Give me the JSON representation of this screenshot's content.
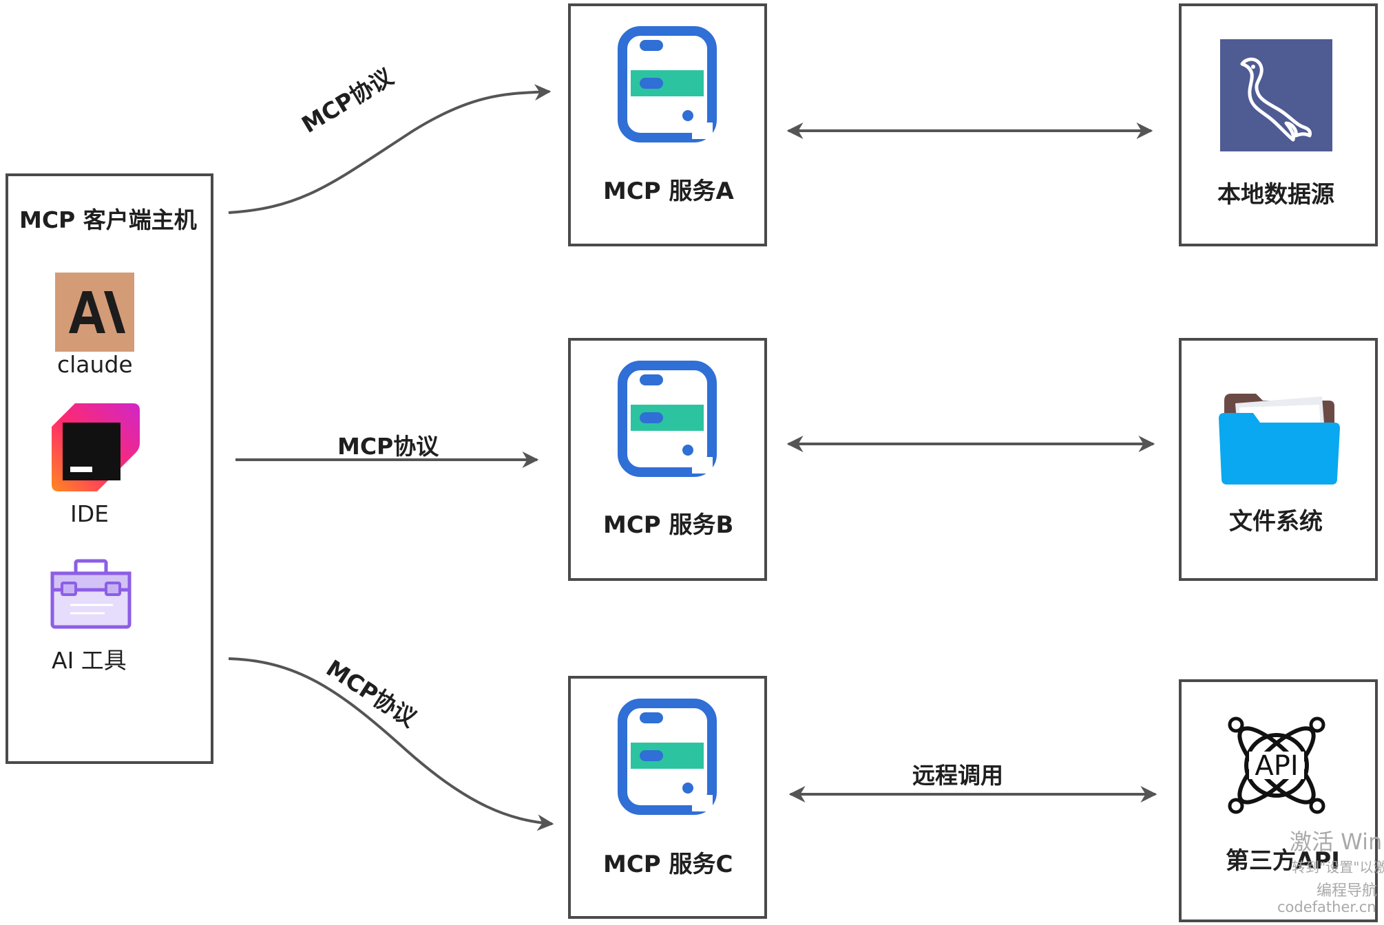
{
  "host": {
    "title": "MCP 客户端主机",
    "clients": [
      {
        "label": "claude",
        "icon": "claude-anthropic-icon"
      },
      {
        "label": "IDE",
        "icon": "jetbrains-ide-icon"
      },
      {
        "label": "AI 工具",
        "icon": "toolbox-icon"
      }
    ]
  },
  "connections": {
    "protocol_label": "MCP协议",
    "remote_call_label": "远程调用"
  },
  "servers": [
    {
      "label": "MCP 服务A",
      "icon": "server-icon"
    },
    {
      "label": "MCP 服务B",
      "icon": "server-icon"
    },
    {
      "label": "MCP 服务C",
      "icon": "server-icon"
    }
  ],
  "resources": [
    {
      "label": "本地数据源",
      "icon": "mysql-dolphin-icon",
      "color": "#4f5b93"
    },
    {
      "label": "文件系统",
      "icon": "folder-icon",
      "color": "#0aa8f0"
    },
    {
      "label": "第三方API",
      "icon": "api-icon"
    }
  ],
  "watermark": {
    "line1": "激活 Win",
    "line2": "转到\"设置\"以激",
    "line3": "编程导航",
    "line4": "codefather.cn"
  },
  "colors": {
    "border": "#4a4a4a",
    "server_blue": "#2f6fd6",
    "server_green": "#2cc3a0"
  }
}
